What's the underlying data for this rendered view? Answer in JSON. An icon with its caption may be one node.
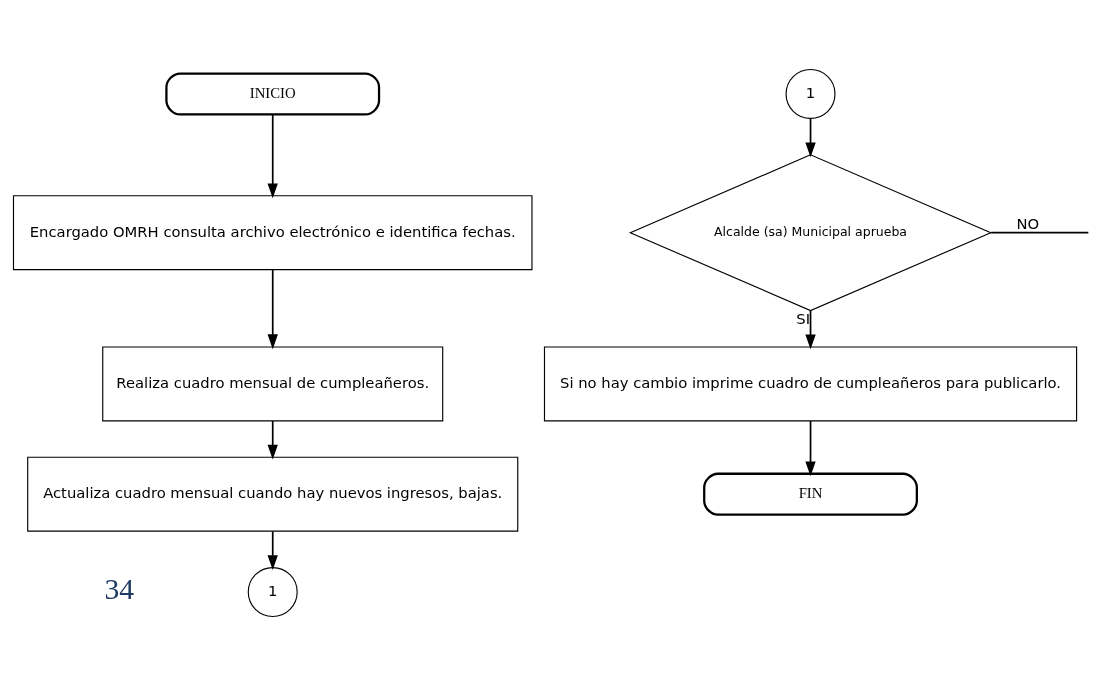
{
  "diagram": {
    "nodes": [
      {
        "text": [
          "INICIO"
        ]
      },
      {
        "text": [
          "Encargado OMRH consulta archivo electrónico e identifica fechas."
        ]
      },
      {
        "text": [
          "Realiza cuadro mensual de cumpleañeros."
        ]
      },
      {
        "text": [
          "Actualiza cuadro mensual cuando hay nuevos ingresos, bajas."
        ]
      },
      {
        "text": [
          "1"
        ]
      },
      {
        "text": [
          "1"
        ]
      },
      {
        "text": [
          "Alcalde (sa) Municipal aprueba"
        ]
      },
      {
        "text": [
          "Si no hay cambio imprime cuadro de cumpleañeros para publicarlo."
        ]
      },
      {
        "text": [
          "FIN"
        ]
      }
    ],
    "edges": [
      {
        "from": 0,
        "to": 1,
        "arrow": "to"
      },
      {
        "from": 1,
        "to": 2,
        "arrow": "to"
      },
      {
        "from": 2,
        "to": 3,
        "arrow": "to"
      },
      {
        "from": 3,
        "to": 4,
        "arrow": "to"
      },
      {
        "from": 5,
        "to": 6,
        "arrow": "to"
      },
      {
        "from": 6,
        "to": null,
        "arrow": "none",
        "label": "NO"
      },
      {
        "from": 6,
        "to": 7,
        "arrow": "to",
        "label": "SI"
      },
      {
        "from": 7,
        "to": 8,
        "arrow": "to"
      }
    ],
    "labels": [
      "34"
    ]
  }
}
